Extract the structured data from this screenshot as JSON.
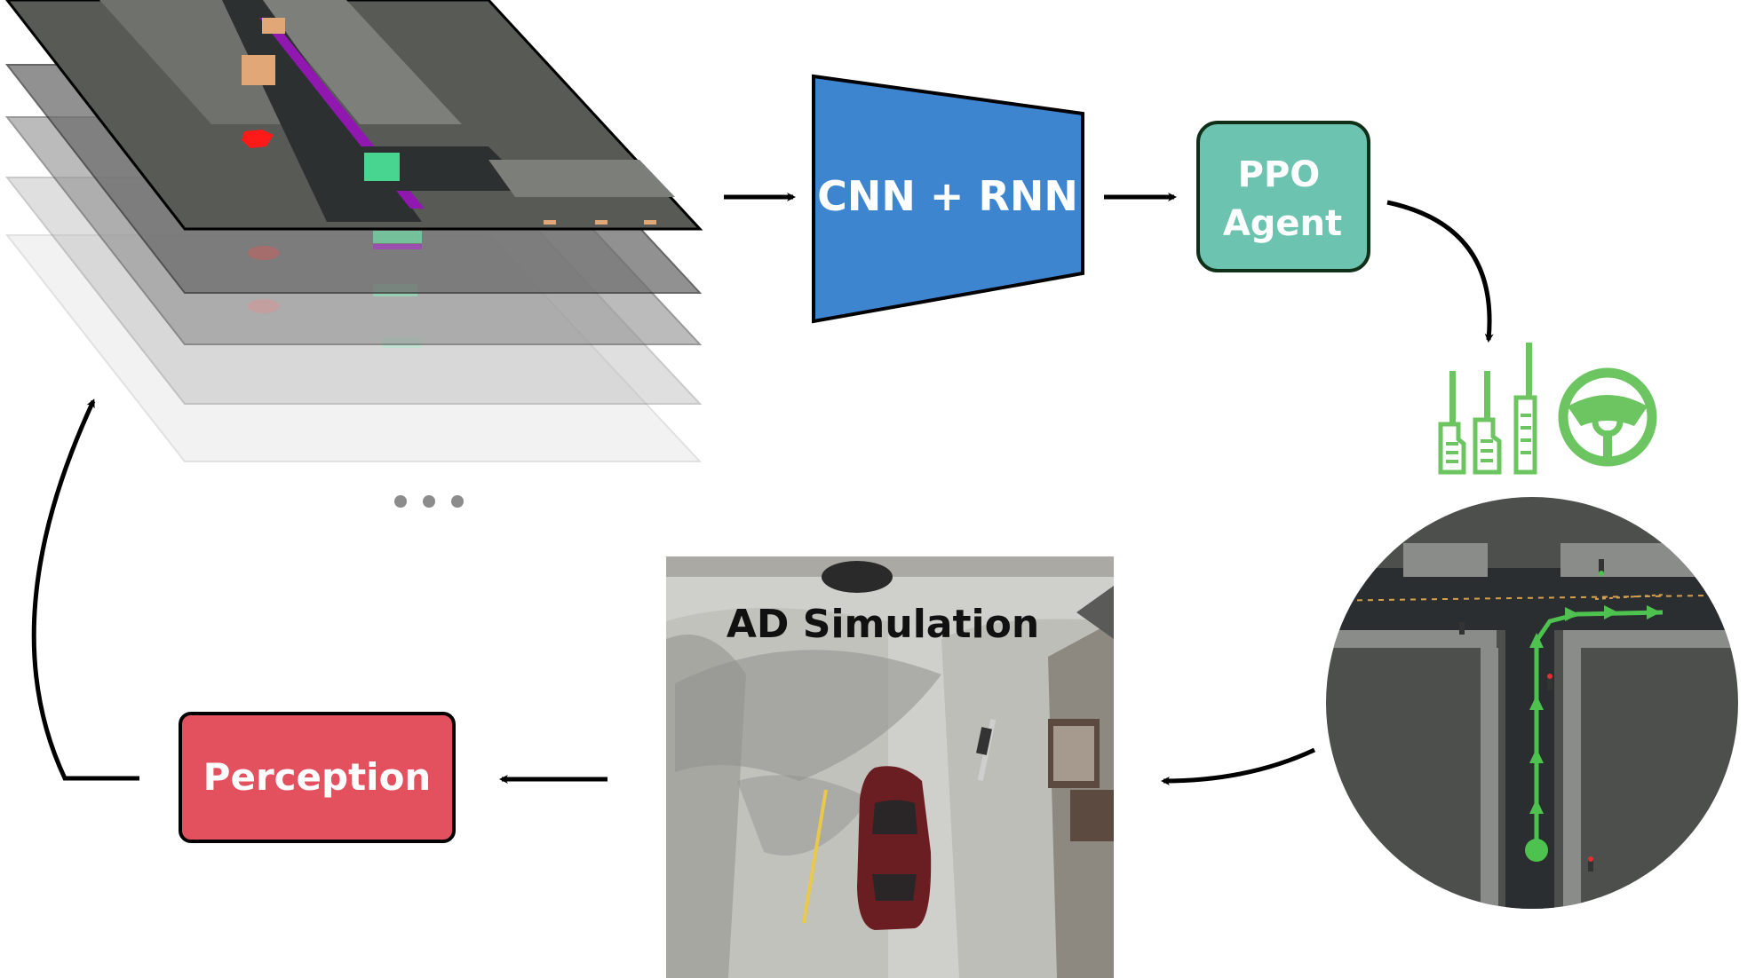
{
  "nodes": {
    "cnn_rnn": {
      "label": "CNN + RNN",
      "color": "#3d85cf"
    },
    "ppo_agent": {
      "label_line1": "PPO",
      "label_line2": "Agent",
      "color": "#6cc3b0"
    },
    "perception": {
      "label": "Perception",
      "color": "#e3505e"
    },
    "simulation": {
      "title": "AD Simulation"
    }
  },
  "controls": {
    "color": "#6cc561",
    "icons": [
      "pedal-icon",
      "pedal-icon",
      "pedal-icon",
      "steering-wheel-icon"
    ]
  },
  "colors": {
    "edge": "#000000",
    "dots": "#8c8c8c"
  }
}
